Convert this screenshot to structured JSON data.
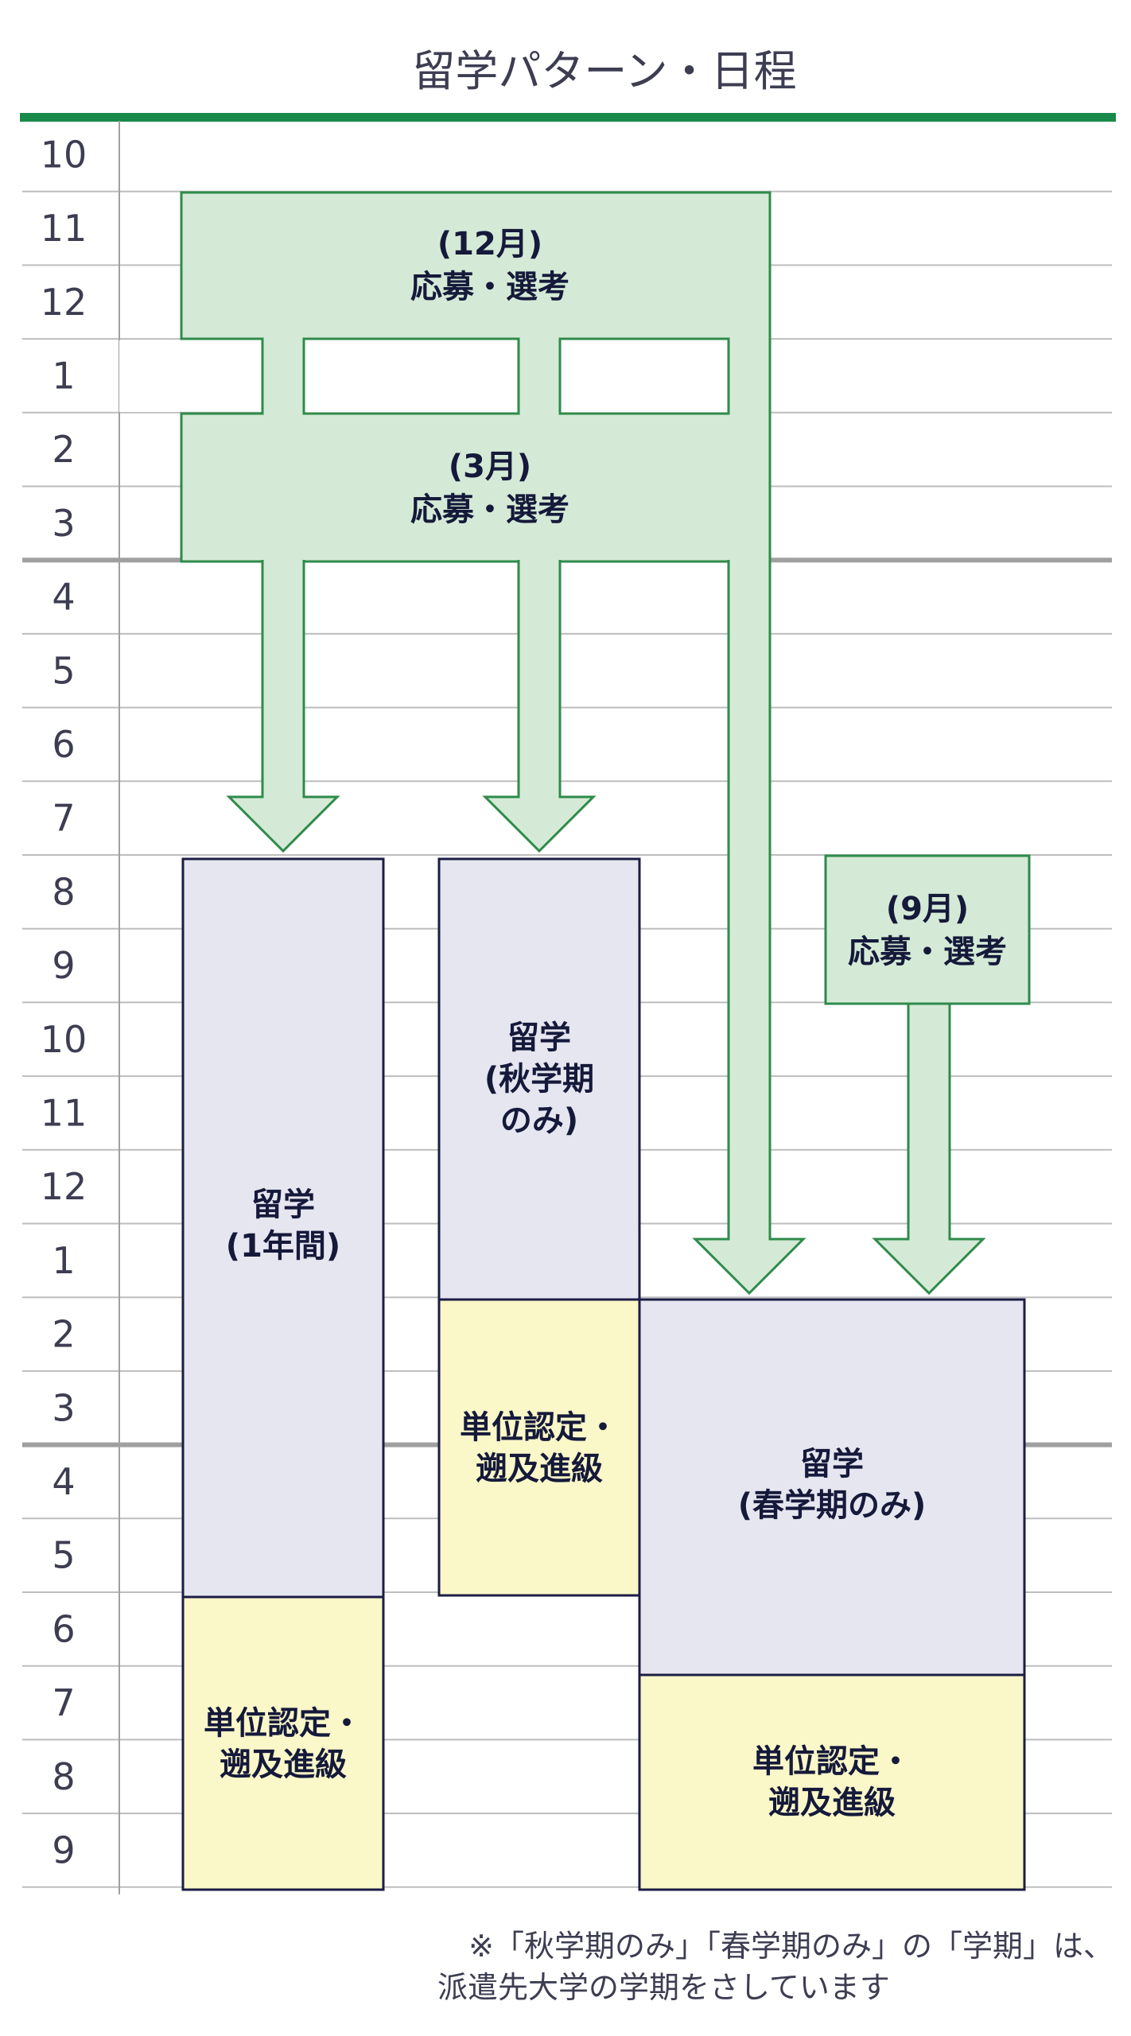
{
  "title": "留学パターン・日程",
  "months": [
    "10",
    "11",
    "12",
    "1",
    "2",
    "3",
    "4",
    "5",
    "6",
    "7",
    "8",
    "9",
    "10",
    "11",
    "12",
    "1",
    "2",
    "3",
    "4",
    "5",
    "6",
    "7",
    "8",
    "9"
  ],
  "selection_dec": {
    "lines": [
      "(12月)",
      "応募・選考"
    ]
  },
  "selection_mar": {
    "lines": [
      "(3月)",
      "応募・選考"
    ]
  },
  "selection_sep": {
    "lines": [
      "(9月)",
      "応募・選考"
    ]
  },
  "patterns": {
    "one_year": {
      "study": [
        "留学",
        "(1年間)"
      ],
      "credit": [
        "単位認定・",
        "遡及進級"
      ]
    },
    "fall_only": {
      "study": [
        "留学",
        "(秋学期",
        "のみ)"
      ],
      "credit": [
        "単位認定・",
        "遡及進級"
      ]
    },
    "spring_only": {
      "study": [
        "留学",
        "(春学期のみ)"
      ],
      "credit": [
        "単位認定・",
        "遡及進級"
      ]
    }
  },
  "note": {
    "line1": "※「秋学期のみ」「春学期のみ」の「学期」は、",
    "line2": "派遣先大学の学期をさしています"
  },
  "colors": {
    "accent_green": "#1a8a4a",
    "selection_fill": "#d4ead6",
    "selection_stroke": "#2e8b4a",
    "study_fill": "#e6e6f0",
    "credit_fill": "#faf7c8",
    "box_stroke": "#1c1c45",
    "grid": "#bdbdbd",
    "year_divider": "#a0a0a0"
  }
}
